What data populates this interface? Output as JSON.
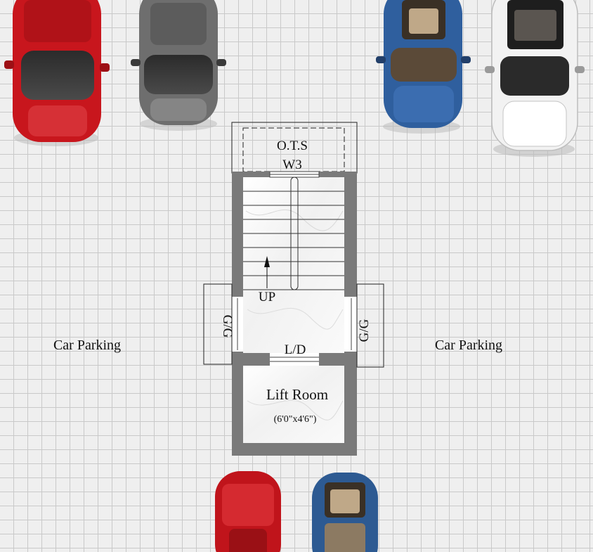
{
  "labels": {
    "ots": "O.T.S",
    "window": "W3",
    "up": "UP",
    "gg_left": "G/G",
    "gg_right": "G/G",
    "lift_door": "L/D",
    "lift_room": "Lift Room",
    "lift_size": "(6'0\"x4'6\")",
    "parking_left": "Car Parking",
    "parking_right": "Car Parking"
  },
  "cars": [
    {
      "name": "red-suv",
      "color": "#c8161d"
    },
    {
      "name": "grey-sedan",
      "color": "#6e6e6e"
    },
    {
      "name": "blue-suv",
      "color": "#2f5f9e"
    },
    {
      "name": "white-suv",
      "color": "#f2f2f2"
    },
    {
      "name": "red-hatchback",
      "color": "#c0141b"
    },
    {
      "name": "blue-hatchback",
      "color": "#2d5a92"
    }
  ]
}
